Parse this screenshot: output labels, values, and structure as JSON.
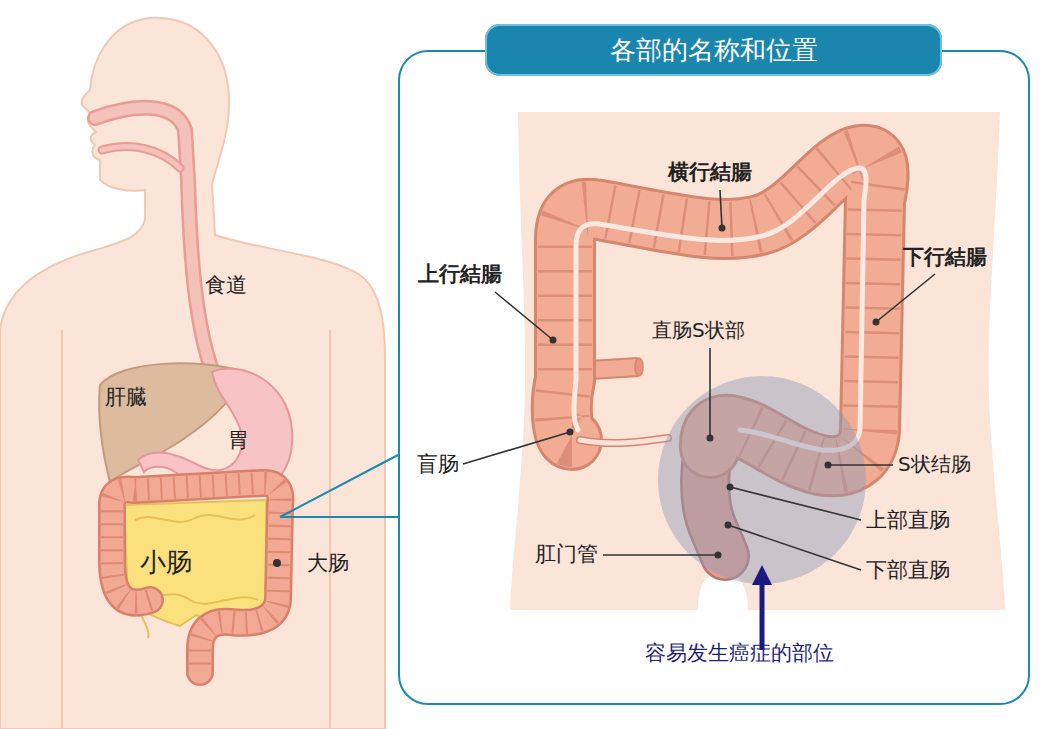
{
  "diagram": {
    "nodes": [
      {
        "text": [
          "各部的名称和位置"
        ]
      }
    ],
    "labels": [
      "食道",
      "肝臓",
      "胃",
      "小肠",
      "大肠",
      "横行結腸",
      "上行結腸",
      "下行結腸",
      "直肠S状部",
      "盲肠",
      "S状结肠",
      "上部直肠",
      "肛门管",
      "下部直肠",
      "容易发生癌症的部位"
    ]
  }
}
